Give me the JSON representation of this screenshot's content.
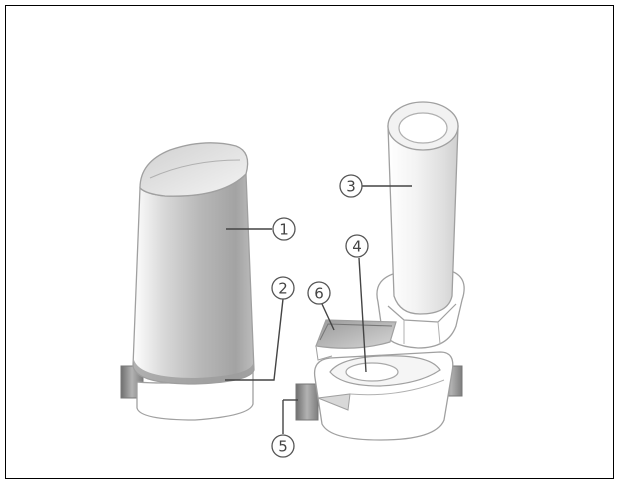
{
  "figure": {
    "description_visible_text": "",
    "callouts": [
      {
        "number": "1",
        "part": "cap"
      },
      {
        "number": "2",
        "part": "cap"
      },
      {
        "number": "3",
        "part": "mouthpiece"
      },
      {
        "number": "4",
        "part": "capsule-chamber"
      },
      {
        "number": "5",
        "part": "button"
      },
      {
        "number": "6",
        "part": "base-lid"
      }
    ]
  },
  "colors": {
    "frame": "#000000",
    "outline": "#a0a0a0",
    "label": "#444444",
    "gray_dark": "#8a8a8a",
    "gray_mid": "#c9c9c9",
    "gray_light": "#ececec",
    "white": "#ffffff"
  },
  "icons": [
    "inhaler-cap-icon",
    "inhaler-mouthpiece-icon",
    "inhaler-base-icon"
  ]
}
